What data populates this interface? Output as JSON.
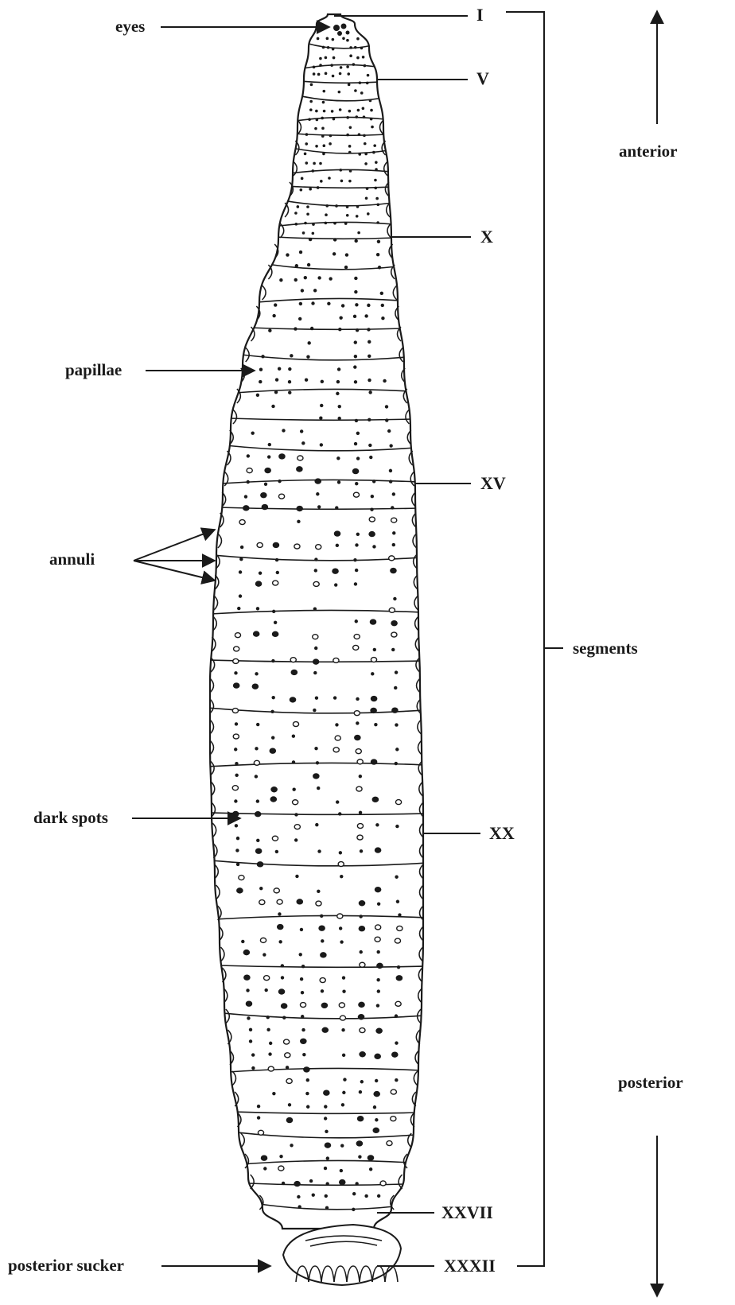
{
  "figure": {
    "labels": {
      "eyes": "eyes",
      "papillae": "papillae",
      "annuli": "annuli",
      "dark_spots": "dark spots",
      "posterior_sucker": "posterior sucker",
      "segments": "segments",
      "anterior": "anterior",
      "posterior": "posterior"
    },
    "segment_numbers": [
      "I",
      "V",
      "X",
      "XV",
      "XX",
      "XXVII",
      "XXXII"
    ],
    "colors": {
      "ink": "#1a1a1a",
      "background": "#ffffff"
    }
  }
}
